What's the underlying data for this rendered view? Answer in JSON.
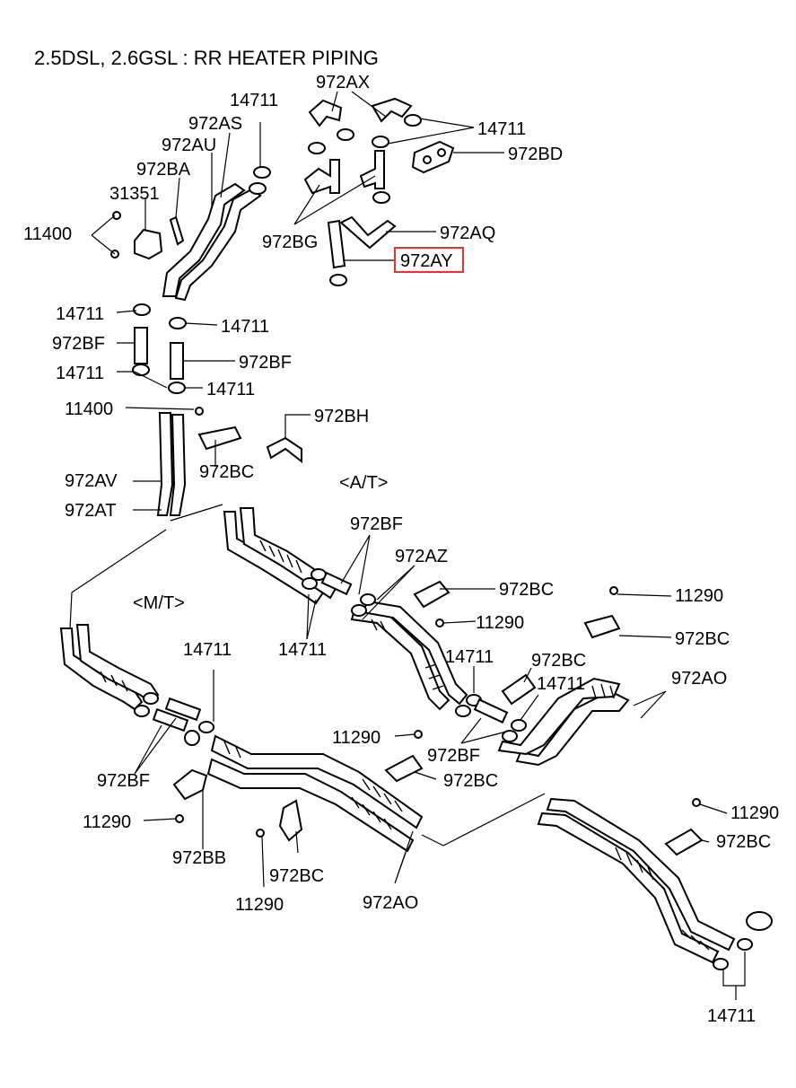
{
  "title": "2.5DSL, 2.6GSL : RR HEATER PIPING",
  "section_labels": {
    "at": "<A/T>",
    "mt": "<M/T>"
  },
  "highlight_color": "#e8322b",
  "labels": {
    "l_972AX": "972AX",
    "l_14711_a": "14711",
    "l_972AS": "972AS",
    "l_14711_b": "14711",
    "l_972BD": "972BD",
    "l_972AU": "972AU",
    "l_972BA": "972BA",
    "l_31351": "31351",
    "l_11400_a": "11400",
    "l_972BG": "972BG",
    "l_972AQ": "972AQ",
    "l_972AY": "972AY",
    "l_14711_c": "14711",
    "l_14711_d": "14711",
    "l_972BF_a": "972BF",
    "l_972BF_b": "972BF",
    "l_14711_e": "14711",
    "l_14711_f": "14711",
    "l_11400_b": "11400",
    "l_972BH": "972BH",
    "l_972BC_a": "972BC",
    "l_972AV": "972AV",
    "l_972AT": "972AT",
    "l_972BF_c": "972BF",
    "l_972AZ": "972AZ",
    "l_972BC_b": "972BC",
    "l_11290_a": "11290",
    "l_11290_b": "11290",
    "l_972BC_c": "972BC",
    "l_14711_g": "14711",
    "l_14711_h": "14711",
    "l_972BC_d": "972BC",
    "l_14711_i": "14711",
    "l_972AO_a": "972AO",
    "l_14711_j": "14711",
    "l_11290_c": "11290",
    "l_972BF_d": "972BF",
    "l_972BC_e": "972BC",
    "l_972BF_e": "972BF",
    "l_11290_d": "11290",
    "l_972BB": "972BB",
    "l_972BC_f": "972BC",
    "l_11290_e": "11290",
    "l_972AO_b": "972AO",
    "l_11290_f": "11290",
    "l_972BC_g": "972BC",
    "l_14711_k": "14711"
  }
}
